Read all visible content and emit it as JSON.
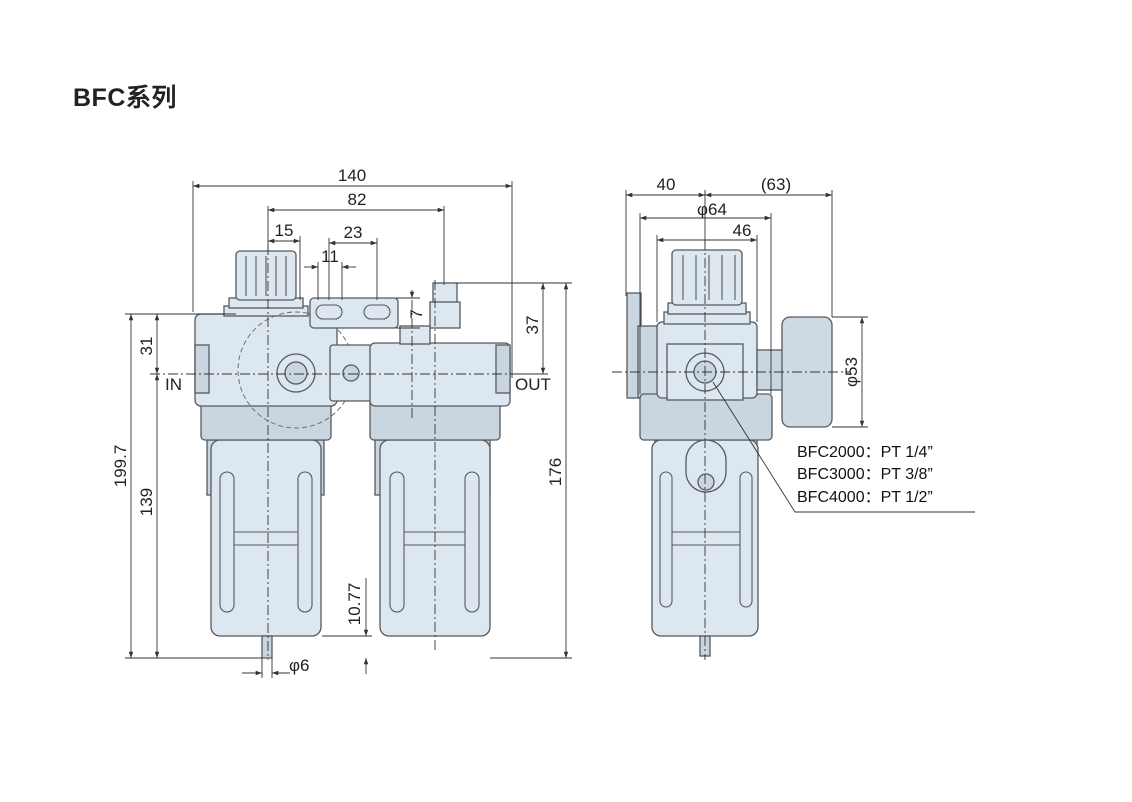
{
  "title": "BFC系列",
  "front_view": {
    "dims": {
      "overall_width": "140",
      "center_distance": "82",
      "knob_offset": "15",
      "bracket_width": "23",
      "bracket_hole": "11",
      "top_height": "37",
      "gauge_offset": "7",
      "port_to_top": "31",
      "overall_height": "199.7",
      "port_to_bottom": "139",
      "right_height": "176",
      "drain_height": "10.77",
      "drain_dia": "φ6"
    },
    "labels": {
      "in": "IN",
      "out": "OUT"
    }
  },
  "side_view": {
    "dims": {
      "left_offset": "40",
      "right_offset": "(63)",
      "body_dia": "φ64",
      "knob_width": "46",
      "gauge_dia": "φ53"
    },
    "port_notes": [
      "BFC2000：PT 1/4”",
      "BFC3000：PT 3/8”",
      "BFC4000：PT 1/2”"
    ]
  }
}
